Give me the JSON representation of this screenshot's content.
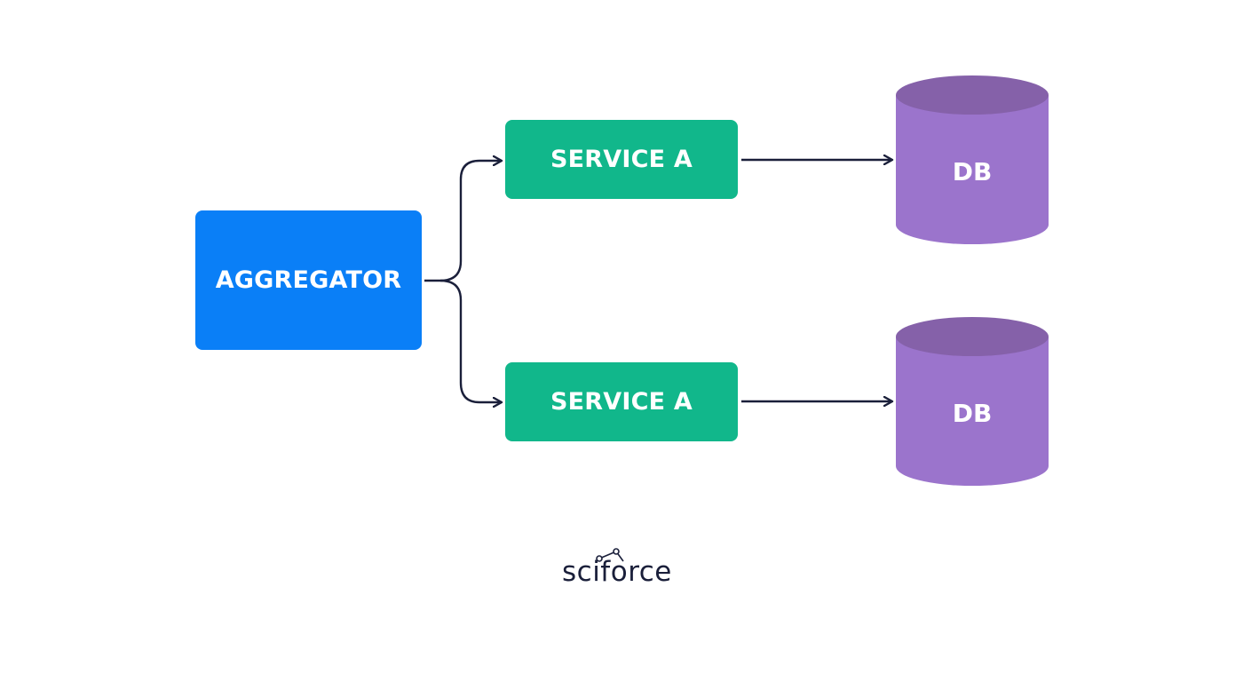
{
  "diagram": {
    "aggregator": {
      "label": "AGGREGATOR"
    },
    "services": [
      {
        "label": "SERVICE A"
      },
      {
        "label": "SERVICE A"
      }
    ],
    "databases": [
      {
        "label": "DB"
      },
      {
        "label": "DB"
      }
    ]
  },
  "logo": {
    "text": "sciforce"
  },
  "colors": {
    "aggregator": "#0a7ff7",
    "service": "#11b78b",
    "db_body": "#9b74cc",
    "db_top": "#8561a9",
    "connector": "#1a1f3a"
  }
}
